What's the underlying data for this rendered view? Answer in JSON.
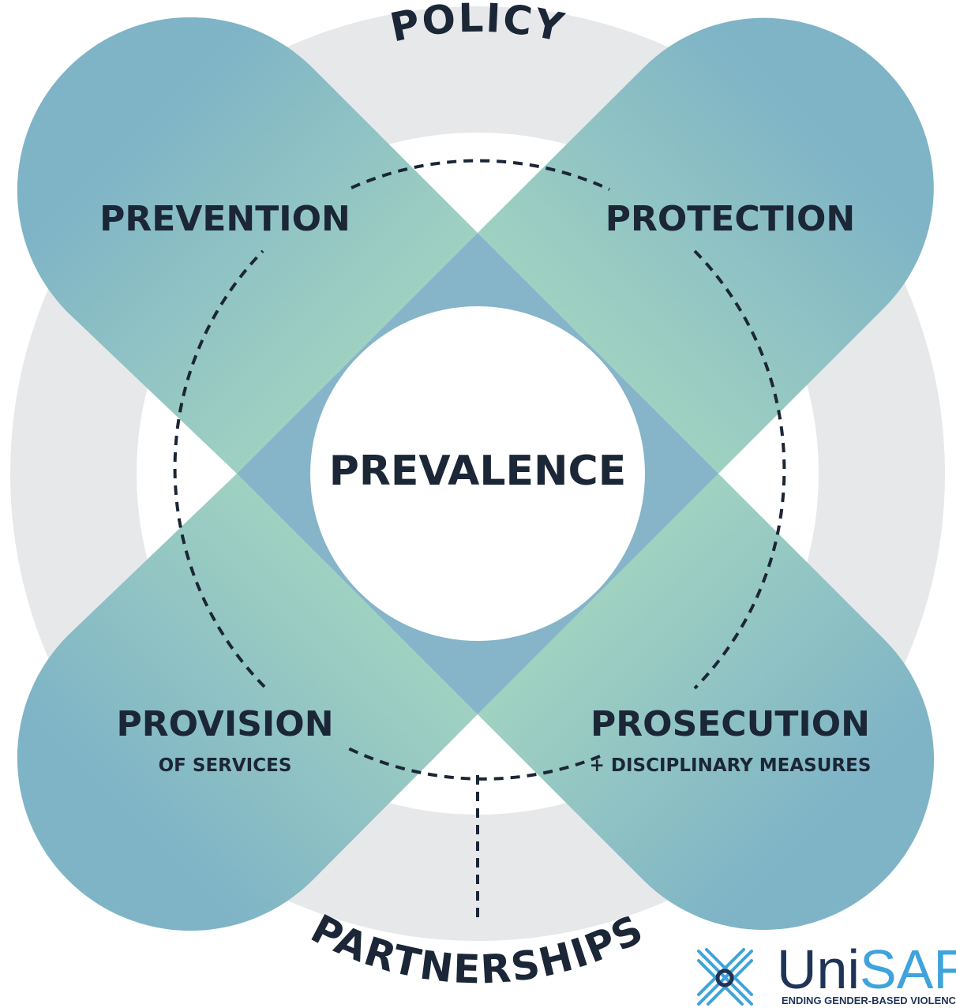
{
  "center": {
    "label": "PREVALENCE"
  },
  "outer_ring": {
    "top_label": "POLICY",
    "bottom_label": "PARTNERSHIPS"
  },
  "petals": {
    "top_left": {
      "label": "PREVENTION"
    },
    "top_right": {
      "label": "PROTECTION"
    },
    "bottom_left": {
      "label": "PROVISION",
      "sublabel": "OF SERVICES"
    },
    "bottom_right": {
      "label": "PROSECUTION",
      "sublabel": "+ DISCIPLINARY MEASURES"
    }
  },
  "logo": {
    "name_part1": "Uni",
    "name_part2": "SAFE",
    "tagline": "ENDING GENDER-BASED VIOLENCE"
  },
  "colors": {
    "ring": "#e7e8ea",
    "petal_outer": "#7fb4c6",
    "petal_inner": "#a7d8c0",
    "diamond": "#86b4c8",
    "text": "#1b2636",
    "logo_navy": "#1e3357",
    "logo_blue": "#3fa3dc"
  }
}
